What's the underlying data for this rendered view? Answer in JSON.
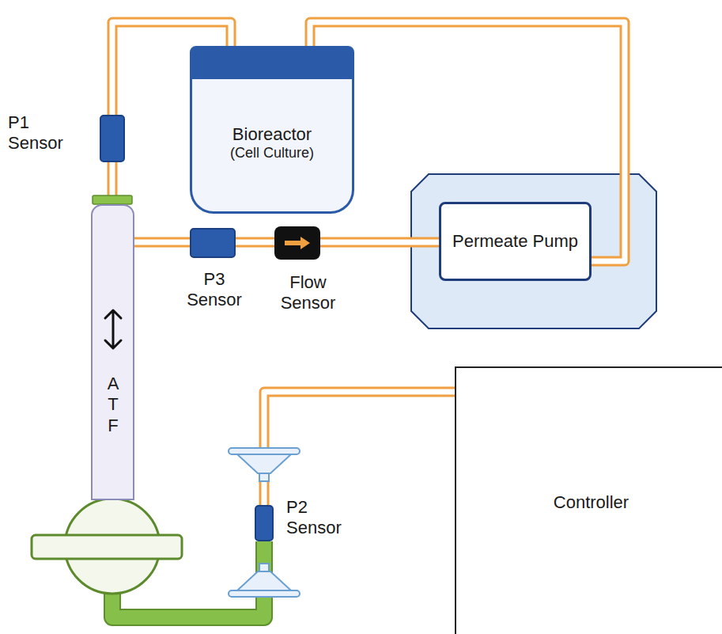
{
  "diagram": {
    "nodes": [
      {
        "text": [
          "P1 Sensor"
        ]
      },
      {
        "text": [
          "Bioreactor",
          "(Cell Culture)"
        ]
      },
      {
        "text": [
          "A T F"
        ]
      },
      {
        "text": [
          "P3 Sensor"
        ]
      },
      {
        "text": [
          "Flow Sensor"
        ]
      },
      {
        "text": [
          "Permeate Pump"
        ]
      },
      {
        "text": [
          "Controller"
        ]
      },
      {
        "text": [
          "P2 Sensor"
        ]
      }
    ],
    "edges": [
      {
        "from": 2,
        "to": 0,
        "arrow": "none"
      },
      {
        "from": 0,
        "to": 1,
        "arrow": "none"
      },
      {
        "from": 2,
        "to": 3,
        "arrow": "none"
      },
      {
        "from": 3,
        "to": 4,
        "arrow": "none"
      },
      {
        "from": 4,
        "to": 5,
        "arrow": "none"
      },
      {
        "from": 5,
        "to": 1,
        "arrow": "none"
      },
      {
        "from": 6,
        "to": 7,
        "arrow": "none"
      },
      {
        "from": 7,
        "to": 2,
        "arrow": "none"
      }
    ]
  }
}
